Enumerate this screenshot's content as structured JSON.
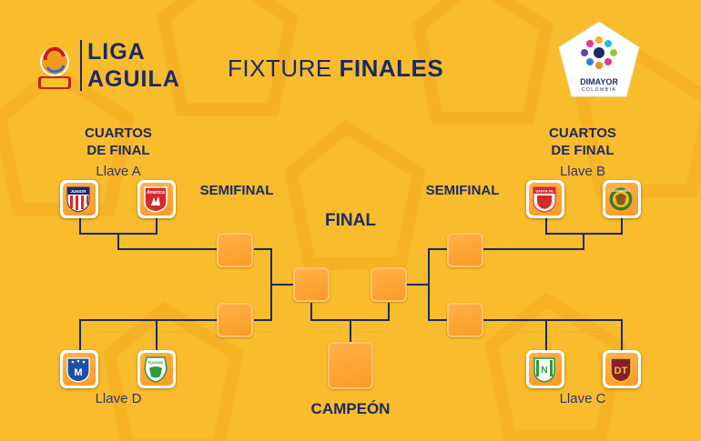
{
  "header": {
    "league_line1": "LIGA",
    "league_line2": "AGUILA",
    "title_light": "FIXTURE",
    "title_bold": "FINALES",
    "dimayor_name": "DIMAYOR",
    "dimayor_sub": "COLOMBIA"
  },
  "rounds": {
    "quarters_left_line1": "CUARTOS",
    "quarters_left_line2": "DE FINAL",
    "quarters_right_line1": "CUARTOS",
    "quarters_right_line2": "DE FINAL",
    "semi_left": "SEMIFINAL",
    "semi_right": "SEMIFINAL",
    "final": "FINAL",
    "champion": "CAMPEÓN"
  },
  "keys": {
    "a": "Llave A",
    "b": "Llave B",
    "c": "Llave C",
    "d": "Llave D"
  },
  "teams": {
    "junior": {
      "crest_text": "JUNIOR",
      "icon": "junior-crest-icon"
    },
    "america": {
      "crest_text": "América",
      "icon": "america-crest-icon"
    },
    "santafe": {
      "crest_text": "SANTA FE",
      "icon": "santafe-crest-icon"
    },
    "jaguares": {
      "crest_text": "JAGUARES",
      "icon": "jaguares-crest-icon"
    },
    "millonarios": {
      "crest_text": "M",
      "icon": "millonarios-crest-icon"
    },
    "equidad": {
      "crest_text": "EQUIDAD",
      "icon": "equidad-crest-icon"
    },
    "nacional": {
      "crest_text": "N",
      "icon": "nacional-crest-icon"
    },
    "tolima": {
      "crest_text": "DT",
      "icon": "tolima-crest-icon"
    }
  },
  "colors": {
    "background": "#F8BC2C",
    "navy": "#1B2A66",
    "box_orange": "#F99A25"
  }
}
